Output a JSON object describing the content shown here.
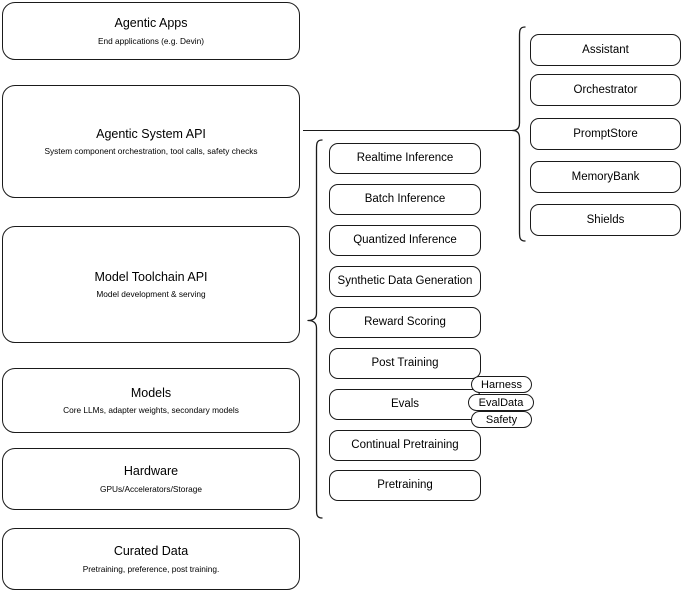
{
  "diagram": {
    "title": "Agentic stack layered architecture",
    "stroke_color": "#1a1a1a",
    "background_color": "#ffffff"
  },
  "stack_layers": [
    {
      "title": "Agentic Apps",
      "subtitle": "End applications (e.g. Devin)"
    },
    {
      "title": "Agentic System API",
      "subtitle": "System component orchestration, tool calls, safety checks"
    },
    {
      "title": "Model Toolchain API",
      "subtitle": "Model development & serving"
    },
    {
      "title": "Models",
      "subtitle": "Core LLMs, adapter weights, secondary models"
    },
    {
      "title": "Hardware",
      "subtitle": "GPUs/Accelerators/Storage"
    },
    {
      "title": "Curated Data",
      "subtitle": "Pretraining, preference, post training."
    }
  ],
  "system_components": [
    {
      "label": "Assistant"
    },
    {
      "label": "Orchestrator"
    },
    {
      "label": "PromptStore"
    },
    {
      "label": "MemoryBank"
    },
    {
      "label": "Shields"
    }
  ],
  "toolchain_components": [
    {
      "label": "Realtime Inference"
    },
    {
      "label": "Batch Inference"
    },
    {
      "label": "Quantized Inference"
    },
    {
      "label": "Synthetic Data Generation"
    },
    {
      "label": "Reward Scoring"
    },
    {
      "label": "Post Training"
    },
    {
      "label": "Evals"
    },
    {
      "label": "Continual Pretraining"
    },
    {
      "label": "Pretraining"
    }
  ],
  "evals_tags": [
    {
      "label": "Harness"
    },
    {
      "label": "EvalData"
    },
    {
      "label": "Safety"
    }
  ]
}
